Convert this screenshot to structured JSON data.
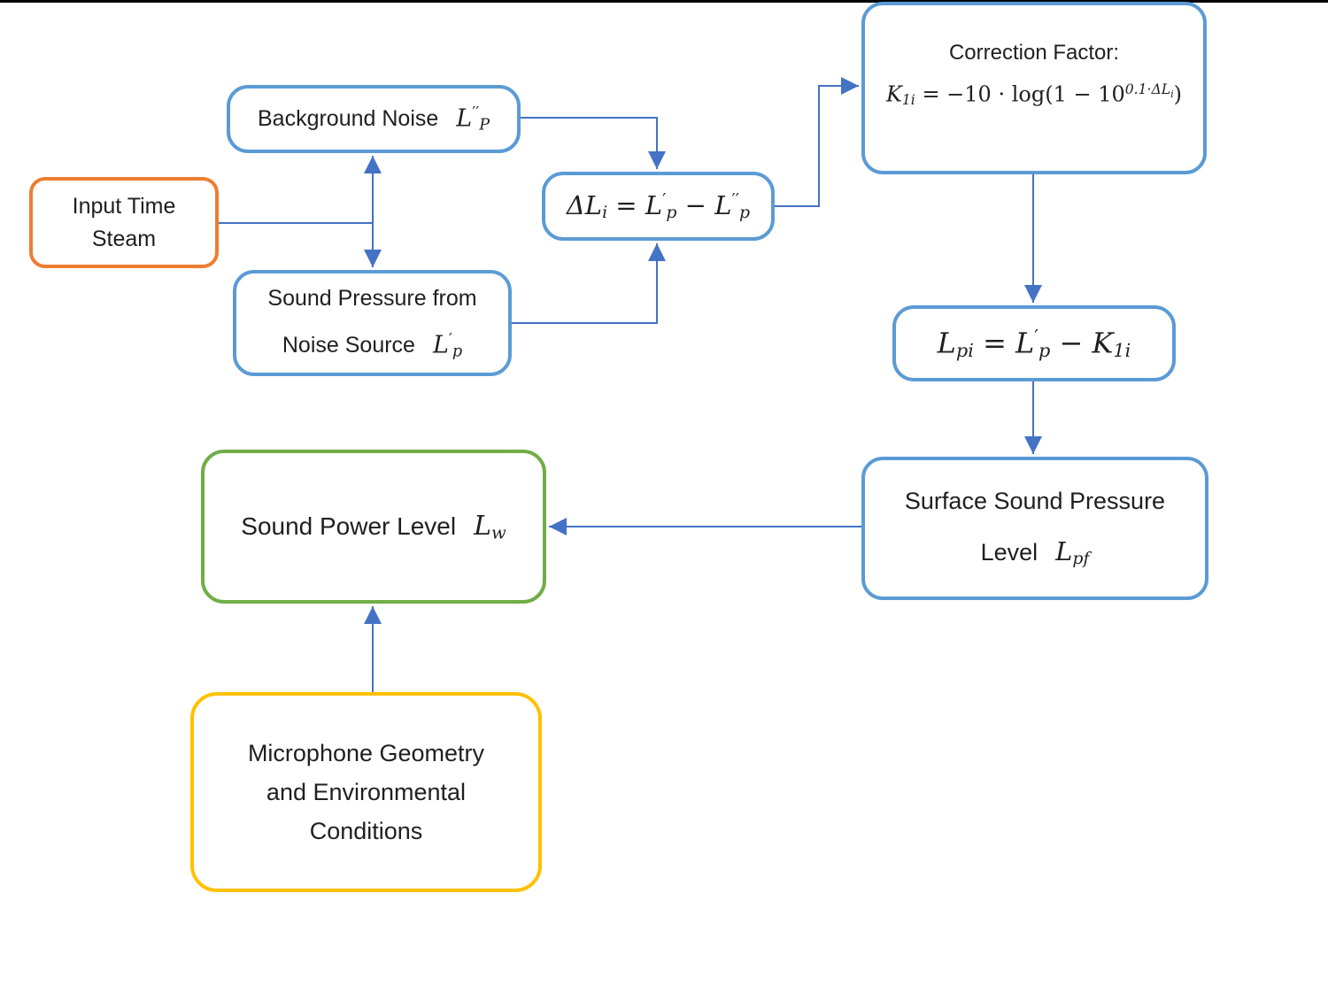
{
  "colors": {
    "box_blue": "#5B9BD5",
    "connector_blue": "#4472C4",
    "box_orange": "#ED7D31",
    "box_green": "#70AD47",
    "box_yellow": "#FFC000",
    "text": "#1f1f1f",
    "slide_edge": "#000000"
  },
  "nodes": {
    "input_time": {
      "lines": [
        "Input Time",
        "Steam"
      ]
    },
    "background_noise": {
      "label": "Background Noise",
      "formula": [
        {
          "t": "L",
          "i": true
        },
        {
          "t": "′′",
          "p": "sup"
        },
        {
          "t": "P",
          "p": "sub",
          "i": true
        }
      ]
    },
    "sound_pressure": {
      "line1": "Sound Pressure from",
      "line2": "Noise Source",
      "formula": [
        {
          "t": "L",
          "i": true
        },
        {
          "t": "′",
          "p": "sup"
        },
        {
          "t": "p",
          "p": "sub",
          "i": true
        }
      ]
    },
    "delta": {
      "formula": [
        {
          "t": "ΔL",
          "i": true
        },
        {
          "t": "i",
          "p": "sub",
          "i": true
        },
        {
          "t": " = "
        },
        {
          "t": "L",
          "i": true
        },
        {
          "t": "′",
          "p": "sup"
        },
        {
          "t": "p",
          "p": "sub",
          "i": true
        },
        {
          "t": " − "
        },
        {
          "t": "L",
          "i": true
        },
        {
          "t": "′′",
          "p": "sup"
        },
        {
          "t": "p",
          "p": "sub",
          "i": true
        }
      ]
    },
    "correction": {
      "title": "Correction Factor:",
      "formula": [
        {
          "t": "K",
          "i": true
        },
        {
          "t": "1i",
          "p": "sub",
          "i": true
        },
        {
          "t": " = −10 · log(1 − 10"
        },
        {
          "t": "0.1·ΔL",
          "p": "sup",
          "i": true
        },
        {
          "t": "i",
          "p": "supsub",
          "i": true
        },
        {
          "t": ")"
        }
      ]
    },
    "lpi": {
      "formula": [
        {
          "t": "L",
          "i": true
        },
        {
          "t": "pi",
          "p": "sub",
          "i": true
        },
        {
          "t": " = "
        },
        {
          "t": "L",
          "i": true
        },
        {
          "t": "′",
          "p": "sup"
        },
        {
          "t": "p",
          "p": "sub",
          "i": true
        },
        {
          "t": " − "
        },
        {
          "t": "K",
          "i": true
        },
        {
          "t": "1i",
          "p": "sub",
          "i": true
        }
      ]
    },
    "surface": {
      "line1": "Surface Sound Pressure",
      "line2": "Level",
      "formula": [
        {
          "t": "L",
          "i": true
        },
        {
          "t": "pf",
          "p": "sub",
          "i": true
        }
      ]
    },
    "power": {
      "label": "Sound Power Level",
      "formula": [
        {
          "t": "L",
          "i": true
        },
        {
          "t": "w",
          "p": "sub",
          "i": true
        }
      ]
    },
    "microphone": {
      "lines": [
        "Microphone Geometry",
        "and Environmental",
        "Conditions"
      ]
    }
  }
}
